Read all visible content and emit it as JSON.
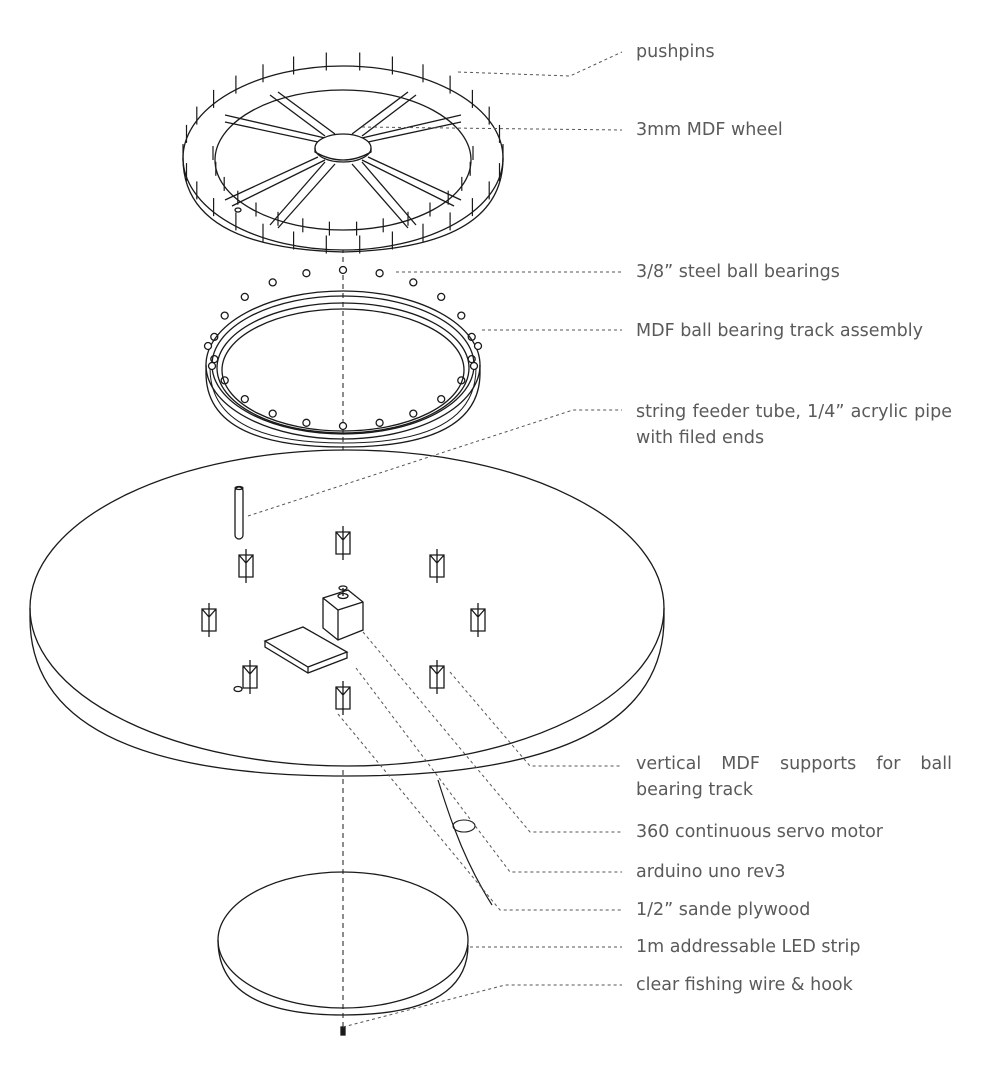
{
  "labels": {
    "pushpins": "pushpins",
    "wheel": "3mm MDF wheel",
    "ball_bearings": "3/8”  steel ball bearings",
    "track": "MDF ball bearing track assembly",
    "feeder_tube": "string feeder tube, 1/4” acrylic pipe with filed ends",
    "supports": "vertical MDF supports for ball bearing track",
    "servo": "360 continuous servo motor",
    "arduino": "arduino uno rev3",
    "plywood": "1/2” sande plywood",
    "led_strip": "1m addressable LED strip",
    "fishing_wire": "clear fishing wire & hook"
  },
  "colors": {
    "line": "#1a1a1a",
    "leader": "#555555",
    "text": "#5a5a5a"
  }
}
